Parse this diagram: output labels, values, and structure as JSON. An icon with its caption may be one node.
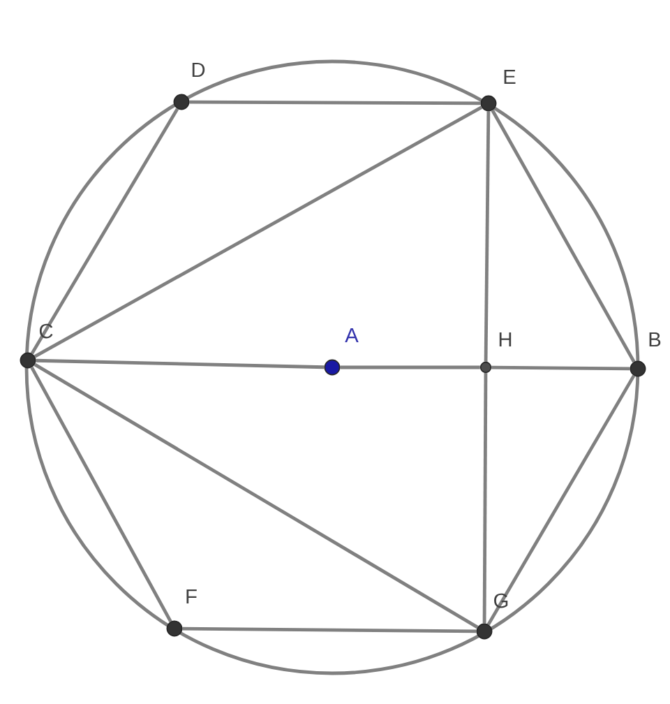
{
  "diagram": {
    "nodes": [
      {
        "text": [
          "D"
        ]
      },
      {
        "text": [
          "E"
        ]
      },
      {
        "text": [
          "C"
        ]
      },
      {
        "text": [
          "A"
        ]
      },
      {
        "text": [
          "H"
        ]
      },
      {
        "text": [
          "B"
        ]
      },
      {
        "text": [
          "F"
        ]
      },
      {
        "text": [
          "G"
        ]
      }
    ],
    "edges": [
      {
        "from": 0,
        "to": 1,
        "arrow": "none"
      },
      {
        "from": 0,
        "to": 2,
        "arrow": "none"
      },
      {
        "from": 2,
        "to": 1,
        "arrow": "none"
      },
      {
        "from": 1,
        "to": 5,
        "arrow": "none"
      },
      {
        "from": 1,
        "to": 4,
        "arrow": "none"
      },
      {
        "from": 4,
        "to": 7,
        "arrow": "none"
      },
      {
        "from": 2,
        "to": 3,
        "arrow": "none"
      },
      {
        "from": 3,
        "to": 4,
        "arrow": "none"
      },
      {
        "from": 4,
        "to": 5,
        "arrow": "none"
      },
      {
        "from": 2,
        "to": 6,
        "arrow": "none"
      },
      {
        "from": 2,
        "to": 7,
        "arrow": "none"
      },
      {
        "from": 6,
        "to": 7,
        "arrow": "none"
      },
      {
        "from": 7,
        "to": 5,
        "arrow": "none"
      }
    ]
  }
}
